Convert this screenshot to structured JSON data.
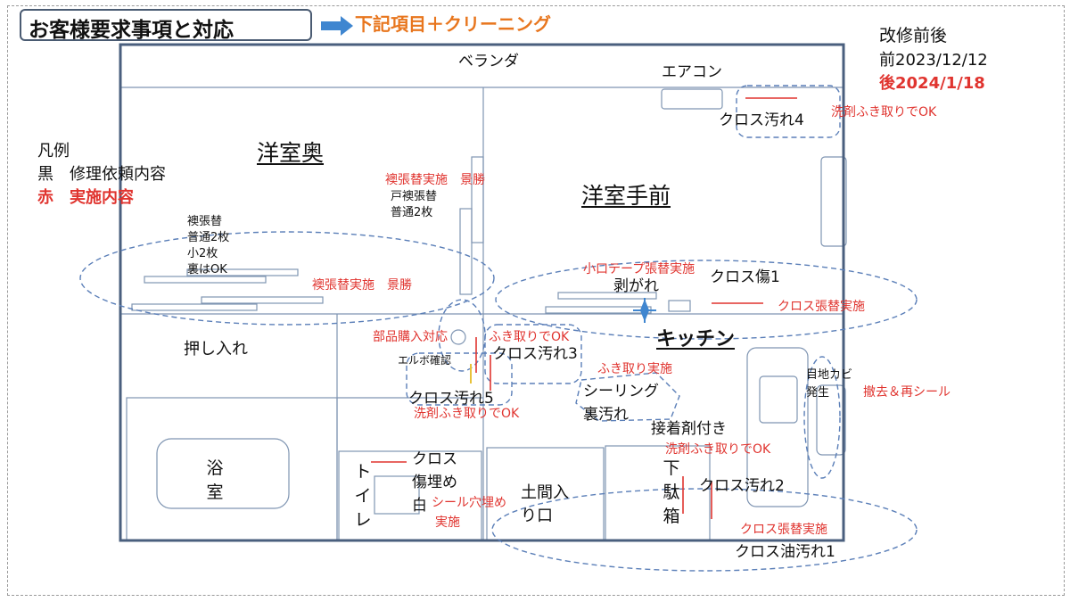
{
  "header": {
    "title": "お客様要求事項と対応",
    "subtitle": "下記項目＋クリーニング",
    "dates": {
      "heading": "改修前後",
      "before": "前2023/12/12",
      "after": "後2024/1/18"
    }
  },
  "legend": {
    "title": "凡例",
    "black": "黒　修理依頼内容",
    "red": "赤　実施内容"
  },
  "rooms": {
    "veranda": "ベランダ",
    "aircon": "エアコン",
    "western_back": "洋室奥",
    "western_front": "洋室手前",
    "closet": "押し入れ",
    "bath": "浴室",
    "toilet": "トイレ",
    "kitchen": "キッチン",
    "doma": "土間入り口",
    "shoe_box": "下駄箱"
  },
  "notes": {
    "fusuma_left_1": "襖張替",
    "fusuma_left_2": "普通2枚",
    "fusuma_left_3": "小2枚",
    "fusuma_left_4": "裏はOK",
    "fusuma_left_done": "襖張替実施　景勝",
    "fusuma_mid_done": "襖張替実施　景勝",
    "fusuma_mid_1": "戸襖張替",
    "fusuma_mid_2": "普通2枚",
    "cloth_stain4": "クロス汚れ4",
    "cloth_stain4_done": "洗剤ふき取りでOK",
    "tape_done": "小口テープ張替実施",
    "peeling": "剥がれ",
    "cloth_scratch1": "クロス傷1",
    "cloth_scratch1_done": "クロス張替実施",
    "parts_done": "部品購入対応",
    "elbow": "エルボ確認",
    "wipe_done_1": "ふき取りでOK",
    "cloth_stain3": "クロス汚れ3",
    "wipe_done_2": "ふき取り実施",
    "cloth_stain5": "クロス汚れ5",
    "cloth_stain5_done": "洗剤ふき取りでOK",
    "sealing": "シーリング",
    "sealing_2": "裏汚れ",
    "adhesive": "接着剤付き",
    "adhesive_done": "洗剤ふき取りでOK",
    "joint_mold": "目地カビ",
    "joint_mold_2": "発生",
    "reseal_done": "撤去＆再シール",
    "cloth_repair": "クロス",
    "cloth_repair_2": "傷埋め",
    "cloth_repair_3": "白",
    "seal_hole_done": "シール穴埋め",
    "seal_hole_done_2": "実施",
    "cloth_stain2": "クロス汚れ2",
    "cloth_oil1_done": "クロス張替実施",
    "cloth_oil1": "クロス油汚れ1"
  },
  "colors": {
    "wall": "#4a5f7e",
    "inner_line": "#7f95b2",
    "dashed": "#5b7fb8",
    "red": "#e0342f",
    "arrow": "#3f86d0",
    "accent_orange": "#e8761e"
  }
}
